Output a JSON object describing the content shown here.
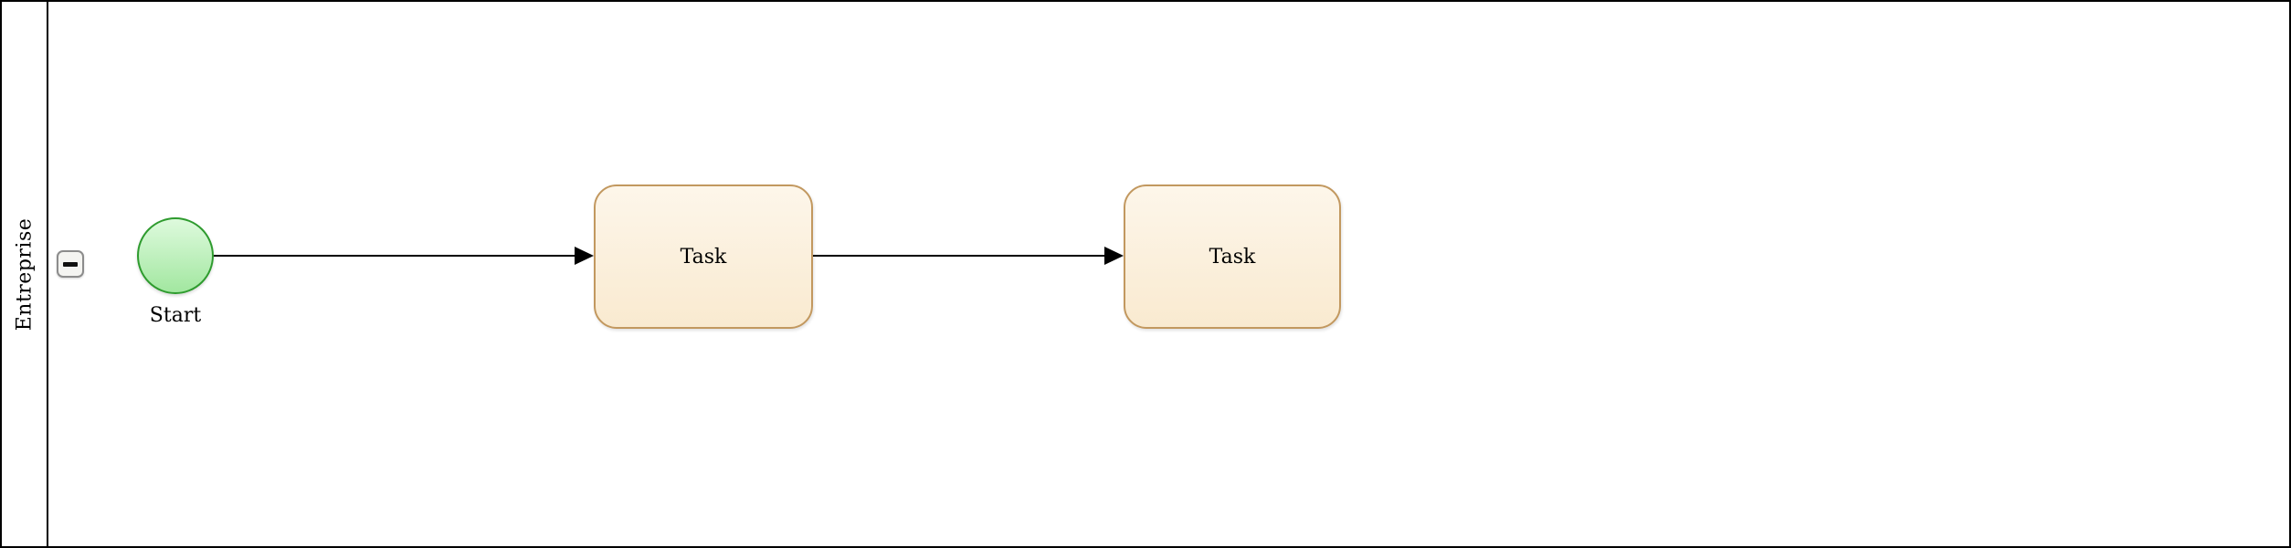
{
  "pool": {
    "label": "Entreprise",
    "collapse_icon": "minus-icon"
  },
  "nodes": {
    "start": {
      "type": "start-event",
      "label": "Start"
    },
    "task1": {
      "type": "task",
      "label": "Task"
    },
    "task2": {
      "type": "task",
      "label": "Task"
    }
  },
  "flows": [
    {
      "from": "start",
      "to": "task1",
      "arrowhead": "filled-triangle"
    },
    {
      "from": "task1",
      "to": "task2",
      "arrowhead": "filled-triangle"
    }
  ],
  "colors": {
    "pool_border": "#000000",
    "flow": "#000000",
    "task_border": "#c2985f",
    "task_fill_top": "#fdf6ea",
    "task_fill_bottom": "#f9ead0",
    "event_border": "#2e9b2e",
    "event_fill_top": "#defadd",
    "event_fill_bottom": "#a2e7a0",
    "button_border": "#8c8c8c",
    "button_fill": "#f4f4f1"
  }
}
